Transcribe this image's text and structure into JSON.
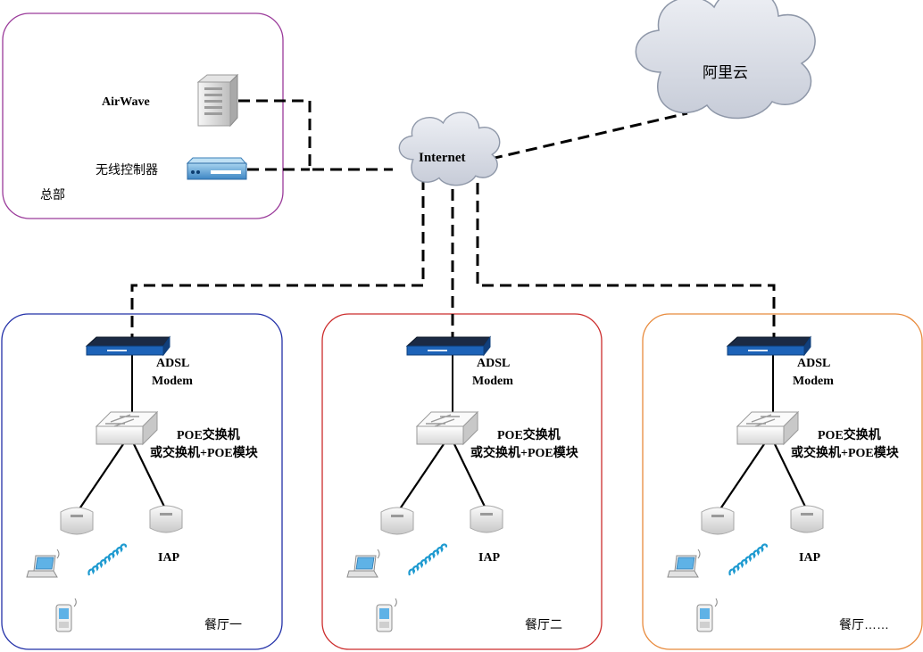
{
  "colors": {
    "hq_border": "#9a3a9a",
    "branch1_border": "#2230a8",
    "branch2_border": "#cc2c2c",
    "branch3_border": "#e88a3c",
    "cloud_fill": "#d9dde6",
    "cloud_stroke": "#8e97a8",
    "link": "#000000",
    "modem_body": "#1d63b8",
    "cable_color": "#1e9ad0"
  },
  "headquarters": {
    "label": "总部",
    "airwave_label": "AirWave",
    "controller_label": "无线控制器",
    "server_icon": "server-icon",
    "controller_icon": "wireless-controller-icon"
  },
  "internet": {
    "label": "Internet",
    "icon": "cloud-icon"
  },
  "aliyun": {
    "label": "阿里云",
    "icon": "cloud-icon"
  },
  "branches": [
    {
      "name": "餐厅一",
      "modem_label_1": "ADSL",
      "modem_label_2": "Modem",
      "switch_label_1": "POE交换机",
      "switch_label_2": "或交换机+POE模块",
      "iap_label": "IAP"
    },
    {
      "name": "餐厅二",
      "modem_label_1": "ADSL",
      "modem_label_2": "Modem",
      "switch_label_1": "POE交换机",
      "switch_label_2": "或交换机+POE模块",
      "iap_label": "IAP"
    },
    {
      "name": "餐厅……",
      "modem_label_1": "ADSL",
      "modem_label_2": "Modem",
      "switch_label_1": "POE交换机",
      "switch_label_2": "或交换机+POE模块",
      "iap_label": "IAP"
    }
  ]
}
